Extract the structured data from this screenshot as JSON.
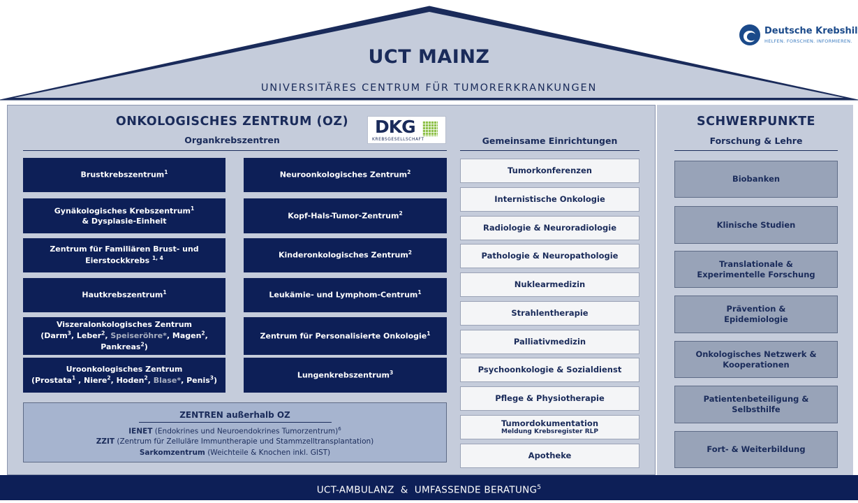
{
  "header": {
    "title": "UCT MAINZ",
    "subtitle": "UNIVERSITÄRES CENTRUM FÜR TUMORERKRANKUNGEN"
  },
  "logo": {
    "name": "Deutsche Krebshilfe",
    "tagline": "HELFEN. FORSCHEN. INFORMIEREN."
  },
  "oz": {
    "heading": "ONKOLOGISCHES ZENTRUM (OZ)",
    "subheading": "Organkrebszentren",
    "dkg_logo": {
      "text": "DKG",
      "subtext": "KREBSGESELLSCHAFT"
    },
    "left_column": [
      {
        "line1": "Brustkrebszentrum",
        "sup1": "1"
      },
      {
        "line1": "Gynäkologisches Krebszentrum",
        "sup1": "1",
        "line2": "& Dysplasie-Einheit"
      },
      {
        "line1": "Zentrum für Familiären Brust- und",
        "line2": "Eierstockkrebs ",
        "sup2": "1, 4"
      },
      {
        "line1": "Hautkrebszentrum",
        "sup1": "1"
      },
      {
        "line1": "Viszeralonkologisches Zentrum",
        "line2_parts": [
          {
            "text": "(Darm"
          },
          {
            "sup": "3"
          },
          {
            "text": ", Leber"
          },
          {
            "sup": "2"
          },
          {
            "text": ", "
          },
          {
            "grey": "Speiseröhre*"
          },
          {
            "text": ", Magen"
          },
          {
            "sup": "2"
          },
          {
            "text": ","
          }
        ],
        "line3_parts": [
          {
            "text": "Pankreas"
          },
          {
            "sup": "2"
          },
          {
            "text": ")"
          }
        ]
      },
      {
        "line1": "Uroonkologisches Zentrum",
        "line2_parts": [
          {
            "text": "(Prostata"
          },
          {
            "sup": "1"
          },
          {
            "text": " , Niere"
          },
          {
            "sup": "2"
          },
          {
            "text": ", Hoden"
          },
          {
            "sup": "2"
          },
          {
            "text": ", "
          },
          {
            "grey": "Blase*"
          },
          {
            "text": ", Penis"
          },
          {
            "sup": "3"
          },
          {
            "text": ")"
          }
        ]
      }
    ],
    "right_column": [
      {
        "line1": "Neuroonkologisches Zentrum",
        "sup1": "2"
      },
      {
        "line1": "Kopf-Hals-Tumor-Zentrum",
        "sup1": "2"
      },
      {
        "line1": "Kinderonkologisches Zentrum",
        "sup1": "2"
      },
      {
        "line1": "Leukämie- und Lymphom-Centrum",
        "sup1": "1"
      },
      {
        "line1": "Zentrum für Personalisierte Onkologie",
        "sup1": "1"
      },
      {
        "line1": "Lungenkrebszentrum",
        "sup1": "3"
      }
    ],
    "external": {
      "title": "ZENTREN außerhalb OZ",
      "lines": [
        {
          "bold": "IENET",
          "rest": " (Endokrines und Neuroendokrines Tumorzentrum)",
          "sup": "6"
        },
        {
          "bold": "ZZIT",
          "rest": " (Zentrum für Zelluläre Immuntherapie und Stammzelltransplantation)"
        },
        {
          "bold": "Sarkomzentrum",
          "rest": " (Weichteile & Knochen inkl. GIST)"
        }
      ]
    }
  },
  "shared": {
    "heading": "Gemeinsame Einrichtungen",
    "items": [
      {
        "label": "Tumorkonferenzen"
      },
      {
        "label": "Internistische Onkologie"
      },
      {
        "label": "Radiologie & Neuroradiologie"
      },
      {
        "label": "Pathologie & Neuropathologie"
      },
      {
        "label": "Nuklearmedizin"
      },
      {
        "label": "Strahlentherapie"
      },
      {
        "label": "Palliativmedizin"
      },
      {
        "label": "Psychoonkologie & Sozialdienst"
      },
      {
        "label": "Pflege & Physiotherapie"
      },
      {
        "label": "Tumordokumentation",
        "sub": "Meldung Krebsregister RLP"
      },
      {
        "label": "Apotheke"
      }
    ]
  },
  "schwerpunkte": {
    "heading": "SCHWERPUNKTE",
    "subheading": "Forschung & Lehre",
    "items": [
      {
        "line1": "Biobanken"
      },
      {
        "line1": "Klinische Studien"
      },
      {
        "line1": "Translationale &",
        "line2": "Experimentelle Forschung"
      },
      {
        "line1": "Prävention &",
        "line2": "Epidemiologie"
      },
      {
        "line1": "Onkologisches Netzwerk &",
        "line2": "Kooperationen"
      },
      {
        "line1": "Patientenbeteiligung & Selbsthilfe"
      },
      {
        "line1": "Fort- & Weiterbildung"
      }
    ]
  },
  "footer": {
    "label": "UCT-AMBULANZ  &  UMFASSENDE BERATUNG",
    "sup": "5"
  },
  "colors": {
    "navy": "#0d1f57",
    "panel": "#c5ccdb",
    "grey_box": "#98a3b8",
    "light_blue": "#a6b4cf",
    "roof": "#1a2b5a"
  }
}
